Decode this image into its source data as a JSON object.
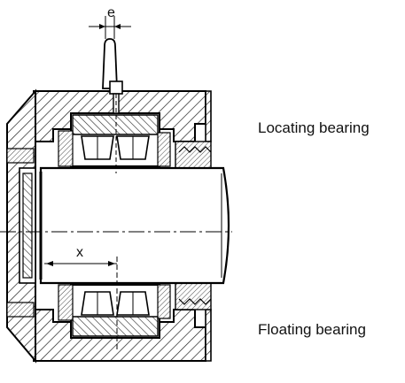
{
  "labels": {
    "locating": "Locating bearing",
    "floating": "Floating bearing",
    "dim_e": "e",
    "dim_x": "x"
  }
}
